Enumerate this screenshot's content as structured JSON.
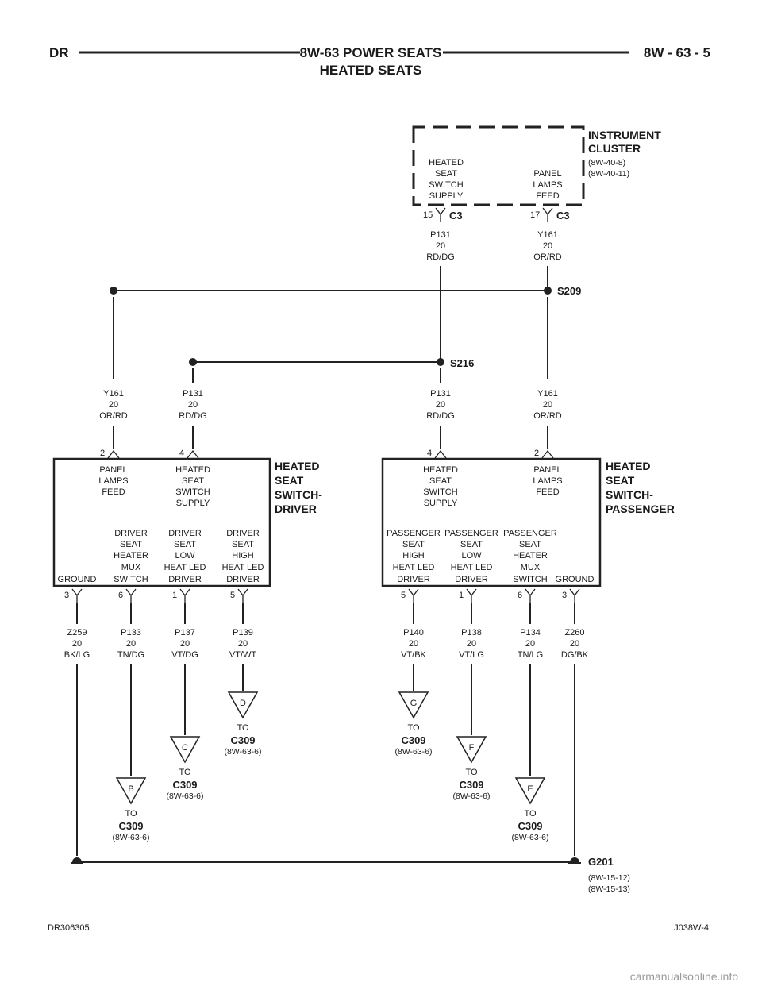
{
  "header": {
    "left": "DR",
    "title_line1": "8W-63 POWER SEATS",
    "title_line2": "HEATED SEATS",
    "right": "8W - 63 - 5"
  },
  "instrument_cluster": {
    "name_line1": "INSTRUMENT",
    "name_line2": "CLUSTER",
    "ref1": "(8W-40-8)",
    "ref2": "(8W-40-11)",
    "pins": [
      {
        "lines": [
          "HEATED",
          "SEAT",
          "SWITCH",
          "SUPPLY"
        ],
        "pin": "15",
        "connector": "C3"
      },
      {
        "lines": [
          "PANEL",
          "LAMPS",
          "FEED"
        ],
        "pin": "17",
        "connector": "C3"
      }
    ]
  },
  "wires_top": [
    {
      "circuit": "P131",
      "gauge": "20",
      "color": "RD/DG"
    },
    {
      "circuit": "Y161",
      "gauge": "20",
      "color": "OR/RD"
    }
  ],
  "splices": {
    "s209": "S209",
    "s216": "S216"
  },
  "wires_mid": [
    {
      "circuit": "Y161",
      "gauge": "20",
      "color": "OR/RD"
    },
    {
      "circuit": "P131",
      "gauge": "20",
      "color": "RD/DG"
    },
    {
      "circuit": "P131",
      "gauge": "20",
      "color": "RD/DG"
    },
    {
      "circuit": "Y161",
      "gauge": "20",
      "color": "OR/RD"
    }
  ],
  "driver_switch": {
    "name": [
      "HEATED",
      "SEAT",
      "SWITCH-",
      "DRIVER"
    ],
    "top_pins": [
      {
        "pin": "2",
        "lines": [
          "PANEL",
          "LAMPS",
          "FEED"
        ]
      },
      {
        "pin": "4",
        "lines": [
          "HEATED",
          "SEAT",
          "SWITCH",
          "SUPPLY"
        ]
      }
    ],
    "bottom_pins": [
      {
        "pin": "3",
        "lines": [
          "GROUND"
        ]
      },
      {
        "pin": "6",
        "lines": [
          "DRIVER",
          "SEAT",
          "HEATER",
          "MUX",
          "SWITCH"
        ]
      },
      {
        "pin": "1",
        "lines": [
          "DRIVER",
          "SEAT",
          "LOW",
          "HEAT LED",
          "DRIVER"
        ]
      },
      {
        "pin": "5",
        "lines": [
          "DRIVER",
          "SEAT",
          "HIGH",
          "HEAT LED",
          "DRIVER"
        ]
      }
    ]
  },
  "passenger_switch": {
    "name": [
      "HEATED",
      "SEAT",
      "SWITCH-",
      "PASSENGER"
    ],
    "top_pins": [
      {
        "pin": "4",
        "lines": [
          "HEATED",
          "SEAT",
          "SWITCH",
          "SUPPLY"
        ]
      },
      {
        "pin": "2",
        "lines": [
          "PANEL",
          "LAMPS",
          "FEED"
        ]
      }
    ],
    "bottom_pins": [
      {
        "pin": "5",
        "lines": [
          "PASSENGER",
          "SEAT",
          "HIGH",
          "HEAT LED",
          "DRIVER"
        ]
      },
      {
        "pin": "1",
        "lines": [
          "PASSENGER",
          "SEAT",
          "LOW",
          "HEAT LED",
          "DRIVER"
        ]
      },
      {
        "pin": "6",
        "lines": [
          "PASSENGER",
          "SEAT",
          "HEATER",
          "MUX",
          "SWITCH"
        ]
      },
      {
        "pin": "3",
        "lines": [
          "GROUND"
        ]
      }
    ]
  },
  "wires_bottom": [
    {
      "circuit": "Z259",
      "gauge": "20",
      "color": "BK/LG"
    },
    {
      "circuit": "P133",
      "gauge": "20",
      "color": "TN/DG"
    },
    {
      "circuit": "P137",
      "gauge": "20",
      "color": "VT/DG"
    },
    {
      "circuit": "P139",
      "gauge": "20",
      "color": "VT/WT"
    },
    {
      "circuit": "P140",
      "gauge": "20",
      "color": "VT/BK"
    },
    {
      "circuit": "P138",
      "gauge": "20",
      "color": "VT/LG"
    },
    {
      "circuit": "P134",
      "gauge": "20",
      "color": "TN/LG"
    },
    {
      "circuit": "Z260",
      "gauge": "20",
      "color": "DG/BK"
    }
  ],
  "offpage": [
    {
      "letter": "B",
      "to": "TO",
      "conn": "C309",
      "ref": "(8W-63-6)"
    },
    {
      "letter": "C",
      "to": "TO",
      "conn": "C309",
      "ref": "(8W-63-6)"
    },
    {
      "letter": "D",
      "to": "TO",
      "conn": "C309",
      "ref": "(8W-63-6)"
    },
    {
      "letter": "G",
      "to": "TO",
      "conn": "C309",
      "ref": "(8W-63-6)"
    },
    {
      "letter": "F",
      "to": "TO",
      "conn": "C309",
      "ref": "(8W-63-6)"
    },
    {
      "letter": "E",
      "to": "TO",
      "conn": "C309",
      "ref": "(8W-63-6)"
    }
  ],
  "ground": {
    "name": "G201",
    "ref1": "(8W-15-12)",
    "ref2": "(8W-15-13)"
  },
  "footer": {
    "left": "DR306305",
    "right": "J038W-4"
  },
  "watermark": "carmanualsonline.info"
}
